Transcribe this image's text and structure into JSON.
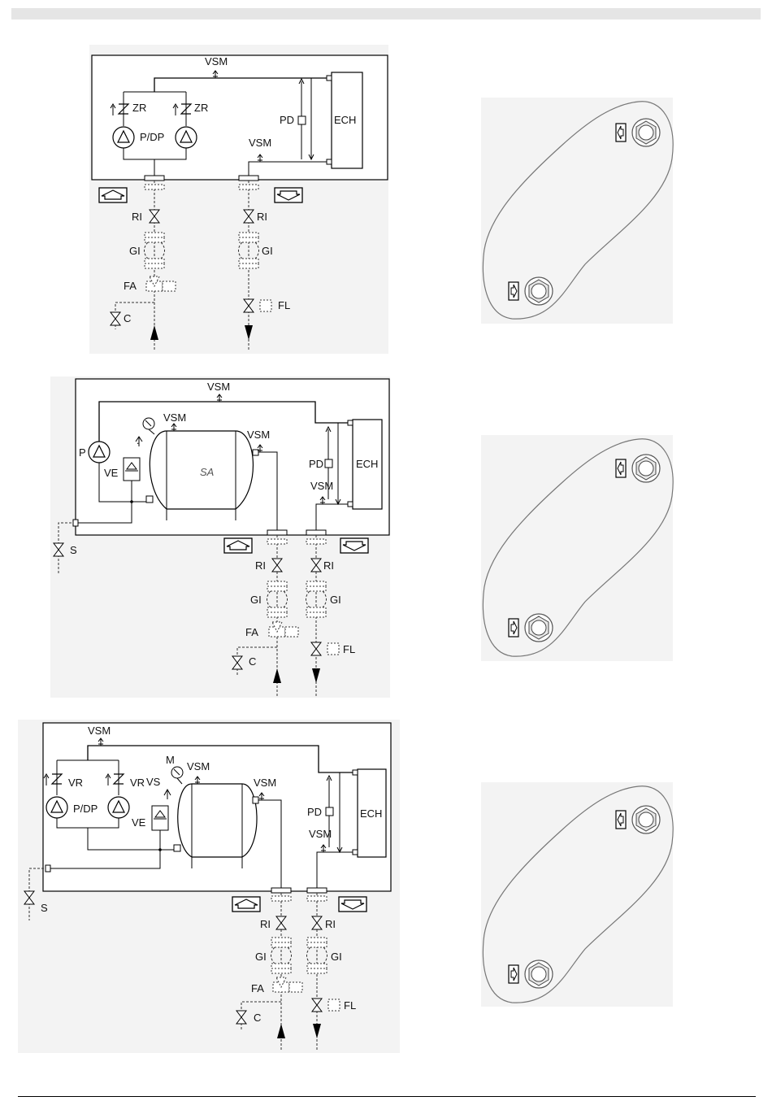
{
  "diagram1": {
    "labels": {
      "vsm_top": "VSM",
      "zr_left": "ZR",
      "zr_right": "ZR",
      "pump": "P/DP",
      "pd": "PD",
      "ech": "ECH",
      "vsm_low": "VSM",
      "ri_left": "RI",
      "ri_right": "RI",
      "gi_left": "GI",
      "gi_right": "GI",
      "fa": "FA",
      "fl": "FL",
      "c": "C"
    }
  },
  "diagram2": {
    "labels": {
      "vsm_top": "VSM",
      "vsm_tank": "VSM",
      "vsm_out": "VSM",
      "p": "P",
      "ve": "VE",
      "sa": "SA",
      "pd": "PD",
      "ech": "ECH",
      "vsm_low": "VSM",
      "s": "S",
      "ri_left": "RI",
      "ri_right": "RI",
      "gi_left": "GI",
      "gi_right": "GI",
      "fa": "FA",
      "fl": "FL",
      "c": "C"
    }
  },
  "diagram3": {
    "labels": {
      "vsm_top": "VSM",
      "m": "M",
      "vsm_tank": "VSM",
      "vsm_out": "VSM",
      "vr_left": "VR",
      "vr_right": "VR",
      "vs": "VS",
      "pump": "P/DP",
      "ve": "VE",
      "pd": "PD",
      "ech": "ECH",
      "vsm_low": "VSM",
      "s": "S",
      "ri_left": "RI",
      "ri_right": "RI",
      "gi_left": "GI",
      "gi_right": "GI",
      "fa": "FA",
      "fl": "FL",
      "c": "C"
    }
  }
}
